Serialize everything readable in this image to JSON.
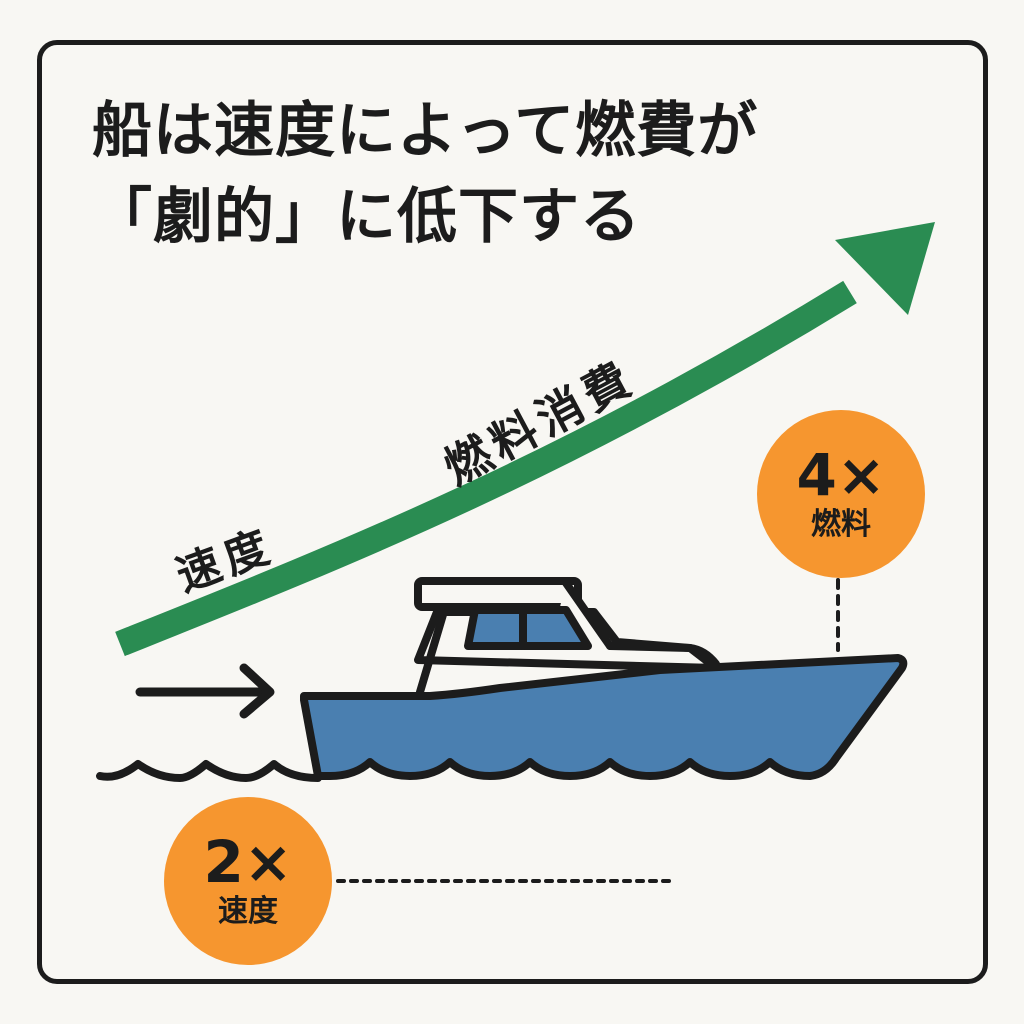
{
  "title": {
    "line1": "船は速度によって燃費が",
    "line2": "「劇的」に低下する"
  },
  "arrow_labels": {
    "speed": "速度",
    "fuel_consumption": "燃料消費"
  },
  "badges": {
    "fuel": {
      "multiplier": "4×",
      "label": "燃料"
    },
    "speed": {
      "multiplier": "2×",
      "label": "速度"
    }
  },
  "icons": {
    "trend_arrow": "green-upward-curved-arrow",
    "motion_arrow": "right-arrow",
    "boat": "motor-boat",
    "waves": "water-waves"
  },
  "colors": {
    "background": "#f8f7f3",
    "ink": "#1c1c1c",
    "trend_green": "#2a8c52",
    "boat_blue": "#4a7fb0",
    "badge_orange": "#f6962f"
  }
}
